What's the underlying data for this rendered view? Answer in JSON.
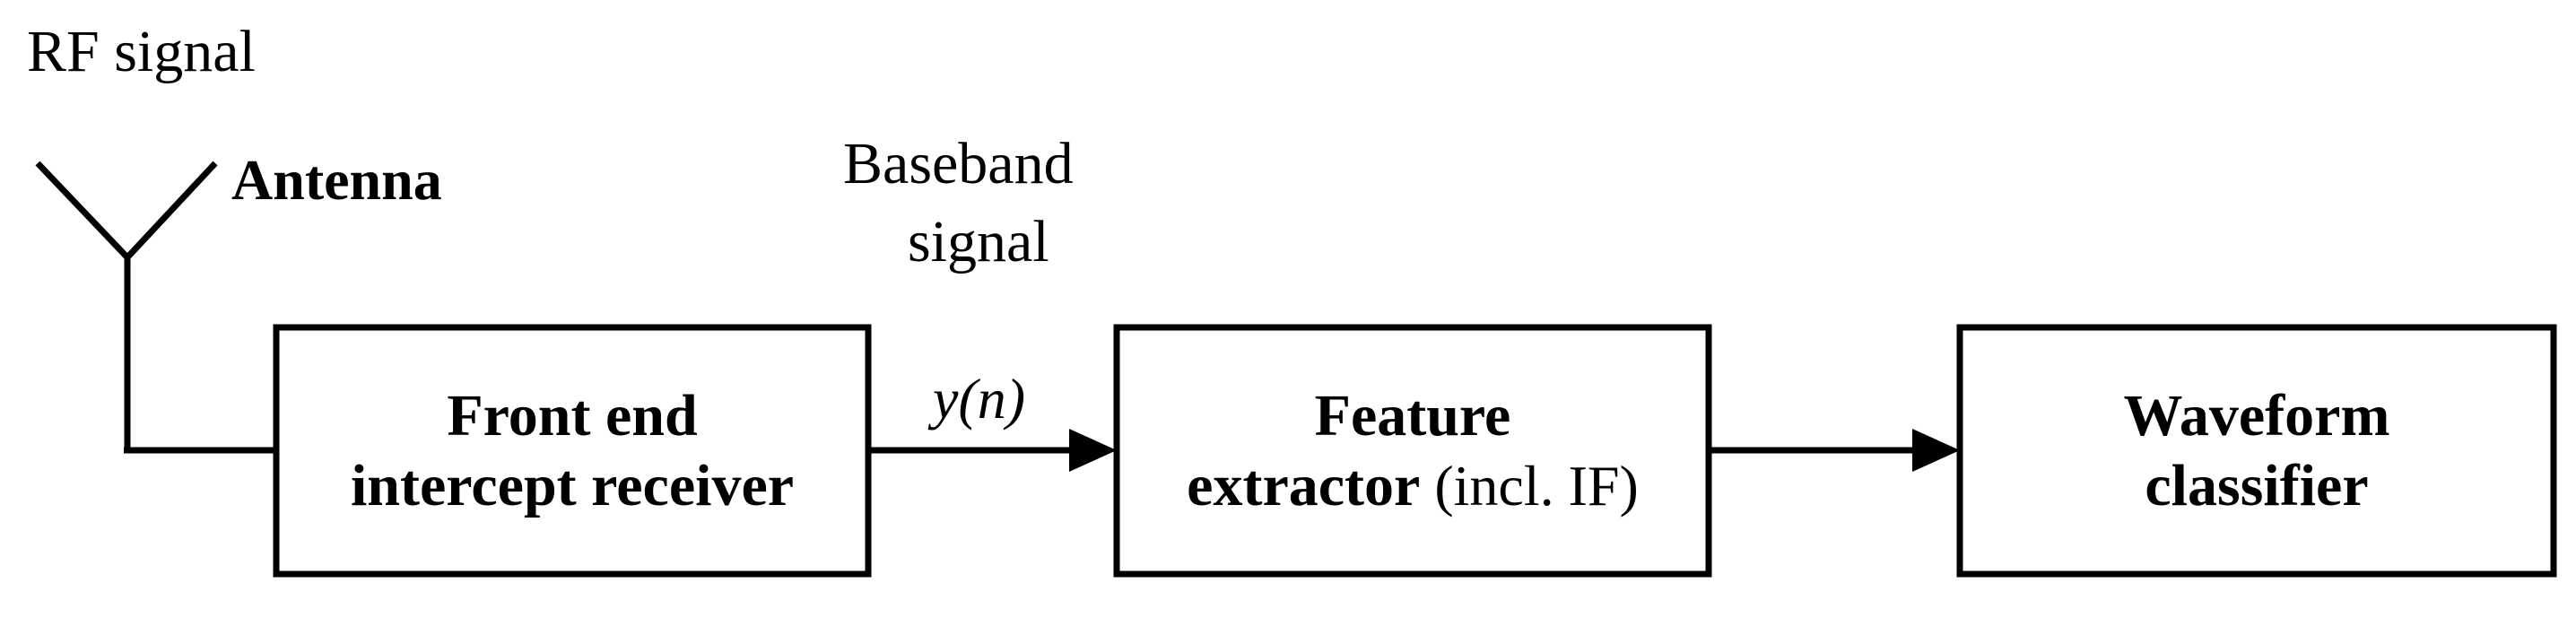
{
  "labels": {
    "rf_signal": "RF signal",
    "antenna": "Antenna",
    "baseband_line1": "Baseband",
    "baseband_line2": "signal",
    "signal_symbol": "y(n)"
  },
  "blocks": {
    "front_end": {
      "line1": "Front end",
      "line2": "intercept receiver"
    },
    "feature": {
      "line1": "Feature",
      "line2_bold": "extractor",
      "line2_normal": " (incl. IF)"
    },
    "classifier": {
      "line1": "Waveform",
      "line2": "classifier"
    }
  },
  "colors": {
    "stroke": "#000000",
    "background": "#ffffff"
  }
}
